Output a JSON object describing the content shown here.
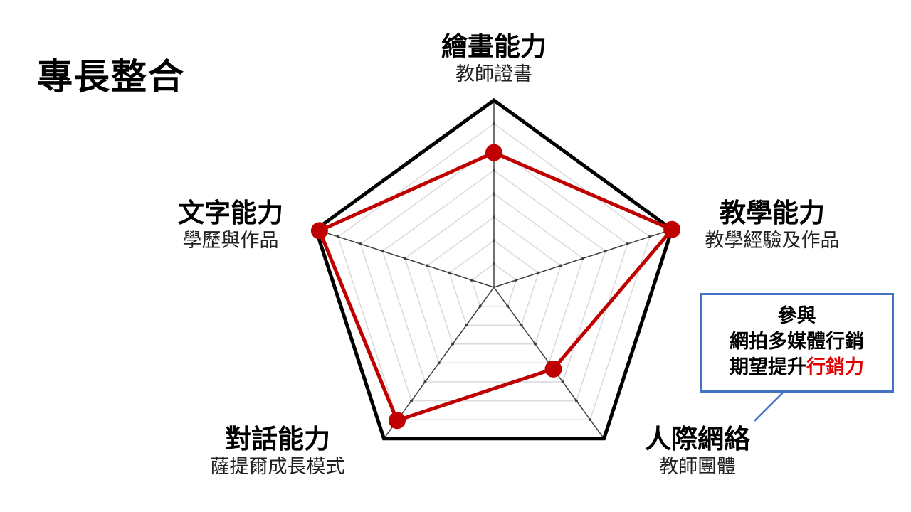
{
  "page": {
    "title": "專長整合"
  },
  "chart_data": {
    "type": "radar",
    "axes": [
      {
        "name": "繪畫能力",
        "sub": "教師證書"
      },
      {
        "name": "教學能力",
        "sub": "教學經驗及作品"
      },
      {
        "name": "人際網絡",
        "sub": "教師團體"
      },
      {
        "name": "對話能力",
        "sub": "薩提爾成長模式"
      },
      {
        "name": "文字能力",
        "sub": "學歷與作品"
      }
    ],
    "scale": {
      "min": 0,
      "max": 5,
      "rings": 8
    },
    "series": [
      {
        "values": [
          3.6,
          5.0,
          2.7,
          4.4,
          4.9
        ]
      }
    ],
    "colors": {
      "series": "#c00000",
      "outline": "#000000",
      "grid": "#d9d9d9",
      "spoke": "#404040"
    }
  },
  "callout": {
    "line1": "參與",
    "line2": "網拍多媒體行銷",
    "line3_prefix": "期望提升",
    "line3_highlight": "行銷力",
    "highlight_color": "#e00000",
    "border_color": "#4472c4"
  }
}
